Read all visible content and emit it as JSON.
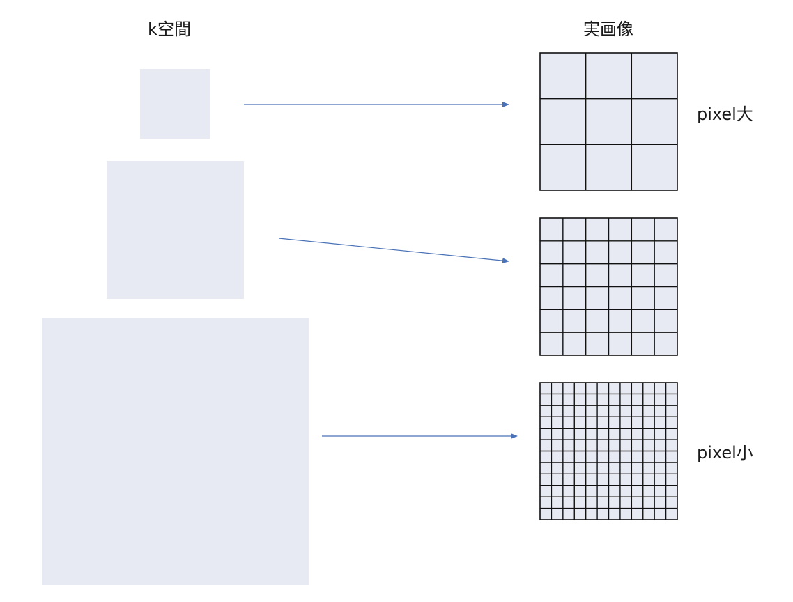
{
  "diagram": {
    "kspace_label": "k空間",
    "image_label": "実画像",
    "large_pixel_label": "pixel大",
    "small_pixel_label": "pixel小",
    "fill_color": "#e8eaf3",
    "grid_line_color": "#111111",
    "arrow_color": "#4a72b8",
    "rows": [
      {
        "grid_divisions": 3,
        "pixel_size": "large"
      },
      {
        "grid_divisions": 6,
        "pixel_size": "medium"
      },
      {
        "grid_divisions": 12,
        "pixel_size": "small"
      }
    ]
  }
}
